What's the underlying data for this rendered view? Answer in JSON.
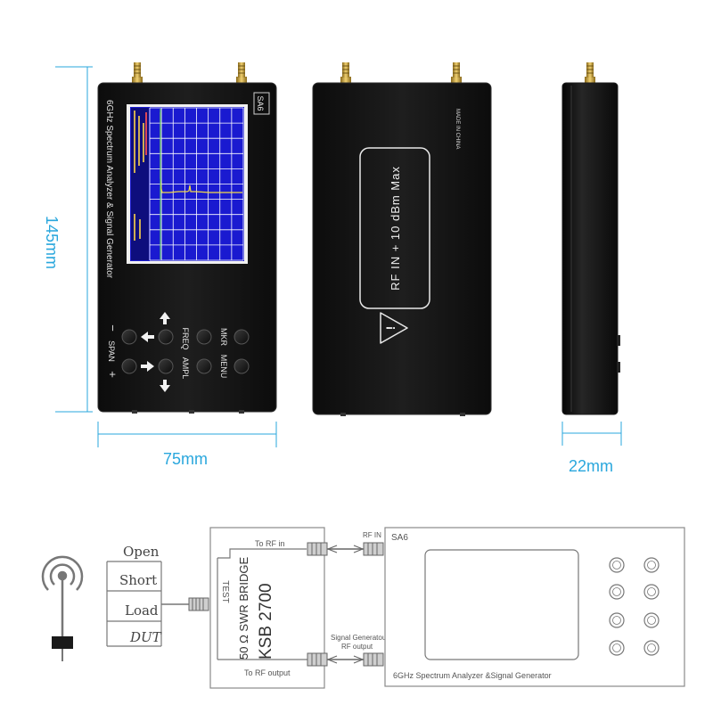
{
  "dimensions": {
    "height_label": "145mm",
    "width_label": "75mm",
    "depth_label": "22mm"
  },
  "device_front": {
    "model_badge": "SA6",
    "vertical_title": "6GHz Spectrum Analyzer & Signal Generator",
    "keys": {
      "freq": "FREQ",
      "ampl": "AMPL",
      "mkr": "MKR",
      "menu": "MENU",
      "span": "SPAN",
      "minus": "−",
      "plus": "+"
    }
  },
  "device_back": {
    "rf_label": "RF IN + 10 dBm Max",
    "made_in": "MADE IN CHINA",
    "warning_glyph": "!"
  },
  "diagram": {
    "loads": {
      "open": "Open",
      "short": "Short",
      "load": "Load",
      "dut": "DUT"
    },
    "bridge": {
      "to_rf_in": "To RF in",
      "test": "TEST",
      "title": "50 Ω SWR BRIDGE",
      "model": "KSB 2700",
      "to_rf_output": "To RF output"
    },
    "analyzer": {
      "rf_in": "RF IN",
      "model": "SA6",
      "signal_generator": "Signal Generatou",
      "rf_output": "RF output",
      "caption": "6GHz Spectrum Analyzer &Signal Generator"
    }
  },
  "colors": {
    "dimension": "#2aa7dd",
    "device_body": "#141414",
    "screen": "#1a1ad0",
    "diagram_line": "#8a8a8a"
  }
}
